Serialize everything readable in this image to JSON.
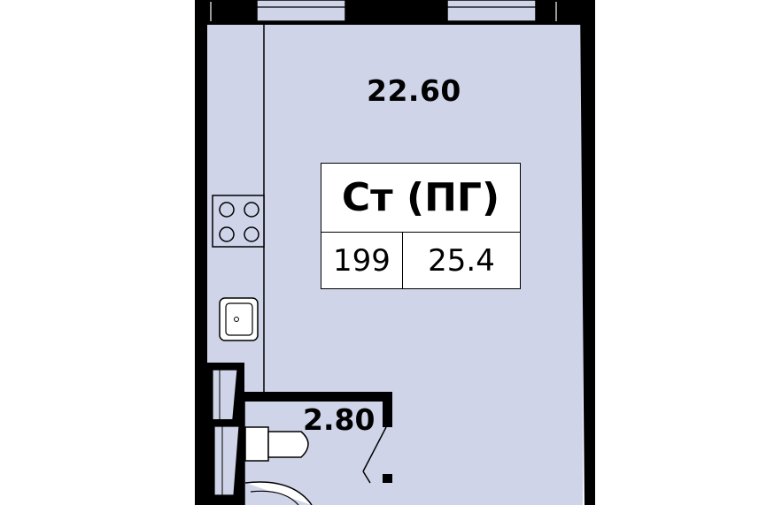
{
  "plan": {
    "main_room_area": "22.60",
    "bathroom_area": "2.80",
    "apartment_type": "Ст (ПГ)",
    "apartment_number": "199",
    "total_area": "25.4"
  },
  "colors": {
    "floor": "#cfd4e9",
    "wall": "#000000",
    "fixture_fill": "#ffffff",
    "line": "#000000"
  }
}
